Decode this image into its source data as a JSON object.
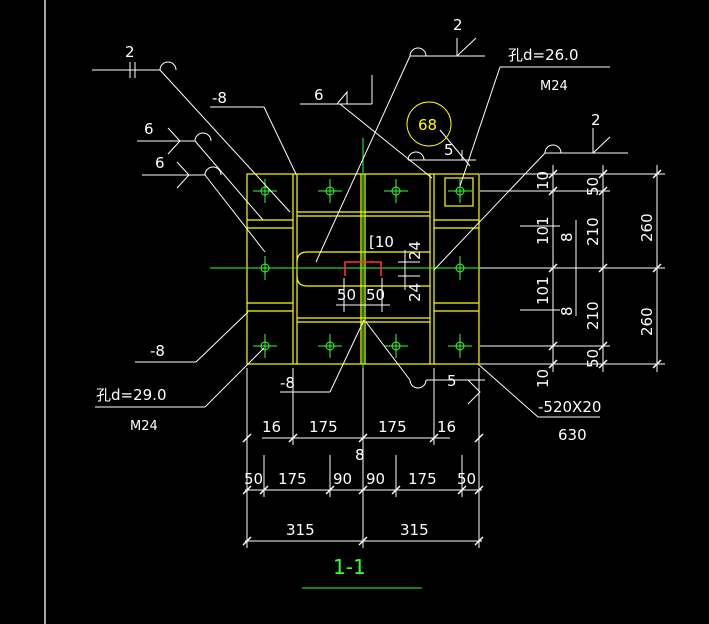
{
  "drawing": {
    "section_label": "1-1",
    "callout_number": "68",
    "weld_symbols": {
      "top_left": "2",
      "top_center": "2",
      "top_right": "2",
      "flag": "6",
      "left_upper": "6",
      "left_lower": "6",
      "inner": "5",
      "bottom": "5"
    },
    "annotations": {
      "hole_top": "孔d=26.0",
      "bolt_top": "M24",
      "hole_bottom": "孔d=29.0",
      "bolt_bottom": "M24",
      "plate_thk_top": "-8",
      "plate_thk_left": "-8",
      "plate_thk_bottom": "-8",
      "channel": "[10",
      "plate_size": "-520X20",
      "plate_length": "630"
    },
    "dim_rows": {
      "row_16": [
        "16",
        "175",
        "175",
        "16"
      ],
      "row_8": "8",
      "row_50": [
        "50",
        "175",
        "90",
        "90",
        "175",
        "50"
      ],
      "row_315": [
        "315",
        "315"
      ],
      "inner": [
        "50",
        "50"
      ],
      "inner_v": [
        "24",
        "24"
      ]
    },
    "dim_right": {
      "col1": [
        "10",
        "101",
        "101",
        "10"
      ],
      "col2": [
        "8",
        "8"
      ],
      "col3": [
        "50",
        "210",
        "210",
        "50"
      ],
      "col4": [
        "260",
        "260"
      ]
    },
    "colors": {
      "background": "#000000",
      "white": "#ffffff",
      "yellow": "#ffff00",
      "green": "#33ff33",
      "red": "#ff3333"
    }
  }
}
